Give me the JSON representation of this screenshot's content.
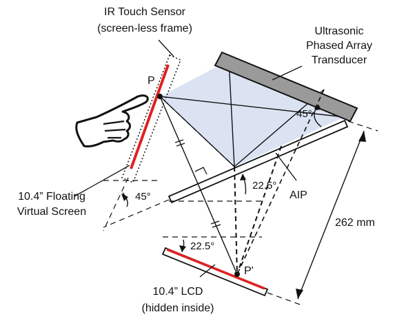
{
  "labels": {
    "ir_sensor_line1": "IR Touch Sensor",
    "ir_sensor_line2": "(screen-less frame)",
    "transducer_line1": "Ultrasonic",
    "transducer_line2": "Phased Array",
    "transducer_line3": "Transducer",
    "point_p": "P",
    "point_p_prime": "P'",
    "angle_45_top": "45°",
    "angle_45_left": "45°",
    "angle_22_5_upper": "22.5°",
    "angle_22_5_lower": "22.5°",
    "aip": "AIP",
    "distance": "262 mm",
    "floating_line1": "10.4” Floating",
    "floating_line2": "Virtual Screen",
    "lcd_line1": "10.4” LCD",
    "lcd_line2": "(hidden inside)"
  },
  "colors": {
    "screen_red": "#e02020",
    "transducer_gray": "#9a9a9a",
    "beam_fill": "#dbe3f3",
    "ink": "#111111"
  }
}
